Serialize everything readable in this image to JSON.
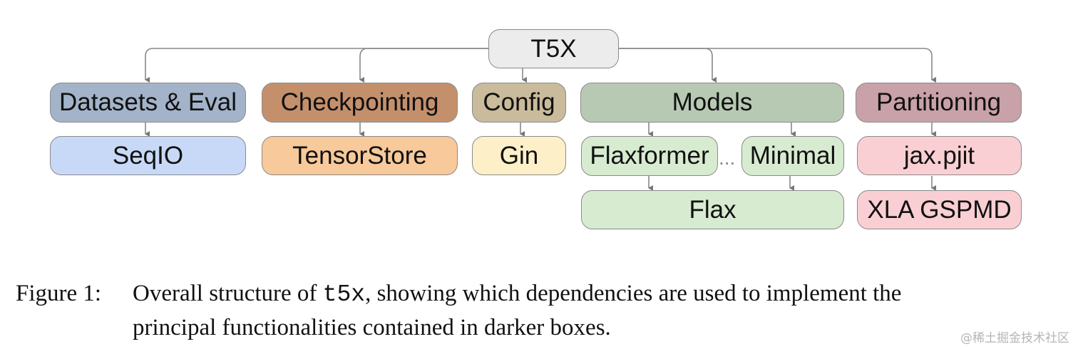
{
  "diagram": {
    "root": {
      "label": "T5X",
      "color": "#ececec"
    },
    "functionalities": [
      {
        "id": "datasets",
        "label": "Datasets & Eval",
        "color": "#a3b3c9"
      },
      {
        "id": "checkpointing",
        "label": "Checkpointing",
        "color": "#c4906c"
      },
      {
        "id": "config",
        "label": "Config",
        "color": "#c9bb9b"
      },
      {
        "id": "models",
        "label": "Models",
        "color": "#b7c9b3"
      },
      {
        "id": "partitioning",
        "label": "Partitioning",
        "color": "#c9a1a8"
      }
    ],
    "dependencies": [
      {
        "id": "seqio",
        "label": "SeqIO",
        "color": "#c7d9f6"
      },
      {
        "id": "tensorstore",
        "label": "TensorStore",
        "color": "#f8c99a"
      },
      {
        "id": "gin",
        "label": "Gin",
        "color": "#fdf0c9"
      },
      {
        "id": "flaxformer",
        "label": "Flaxformer",
        "color": "#d7ebd0"
      },
      {
        "id": "minimal",
        "label": "Minimal",
        "color": "#d7ebd0"
      },
      {
        "id": "flax",
        "label": "Flax",
        "color": "#d7ebd0"
      },
      {
        "id": "jax-pjit",
        "label": "jax.pjit",
        "color": "#f9cfd3"
      },
      {
        "id": "xla-gspmd",
        "label": "XLA GSPMD",
        "color": "#f9cfd3"
      }
    ],
    "ellipsis": "..."
  },
  "caption": {
    "label": "Figure 1:",
    "text_before": "Overall structure of ",
    "code": "t5x",
    "text_after": ", showing which dependencies are used to implement the",
    "line2": "principal functionalities contained in darker boxes."
  },
  "watermark": "@稀土掘金技术社区"
}
